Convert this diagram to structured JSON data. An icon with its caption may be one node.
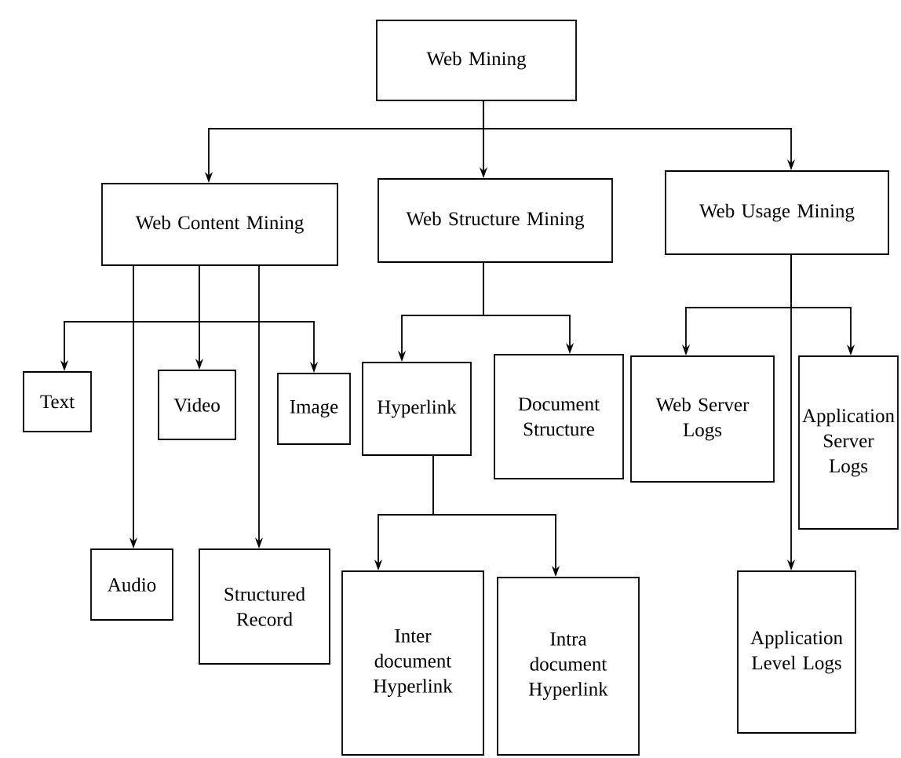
{
  "diagram": {
    "nodes": [
      {
        "text": [
          "Web Mining"
        ]
      },
      {
        "text": [
          "Web Content Mining"
        ]
      },
      {
        "text": [
          "Web Structure Mining"
        ]
      },
      {
        "text": [
          "Web Usage Mining"
        ]
      },
      {
        "text": [
          "Text"
        ]
      },
      {
        "text": [
          "Video"
        ]
      },
      {
        "text": [
          "Image"
        ]
      },
      {
        "text": [
          "Hyperlink"
        ]
      },
      {
        "text": [
          "Document Structure"
        ]
      },
      {
        "text": [
          "Web Server Logs"
        ]
      },
      {
        "text": [
          "Application Server Logs"
        ]
      },
      {
        "text": [
          "Audio"
        ]
      },
      {
        "text": [
          "Structured Record"
        ]
      },
      {
        "text": [
          "Inter document Hyperlink"
        ]
      },
      {
        "text": [
          "Intra document Hyperlink"
        ]
      },
      {
        "text": [
          "Application Level Logs"
        ]
      }
    ],
    "edges": [
      {
        "from": 0,
        "to": 1,
        "arrow": "to"
      },
      {
        "from": 0,
        "to": 2,
        "arrow": "to"
      },
      {
        "from": 0,
        "to": 3,
        "arrow": "to"
      },
      {
        "from": 1,
        "to": 4,
        "arrow": "to"
      },
      {
        "from": 1,
        "to": 5,
        "arrow": "to"
      },
      {
        "from": 1,
        "to": 6,
        "arrow": "to"
      },
      {
        "from": 1,
        "to": 11,
        "arrow": "to"
      },
      {
        "from": 1,
        "to": 12,
        "arrow": "to"
      },
      {
        "from": 2,
        "to": 7,
        "arrow": "to"
      },
      {
        "from": 2,
        "to": 8,
        "arrow": "to"
      },
      {
        "from": 7,
        "to": 13,
        "arrow": "to"
      },
      {
        "from": 7,
        "to": 14,
        "arrow": "to"
      },
      {
        "from": 3,
        "to": 9,
        "arrow": "to"
      },
      {
        "from": 3,
        "to": 10,
        "arrow": "to"
      },
      {
        "from": 3,
        "to": 15,
        "arrow": "to"
      }
    ]
  }
}
